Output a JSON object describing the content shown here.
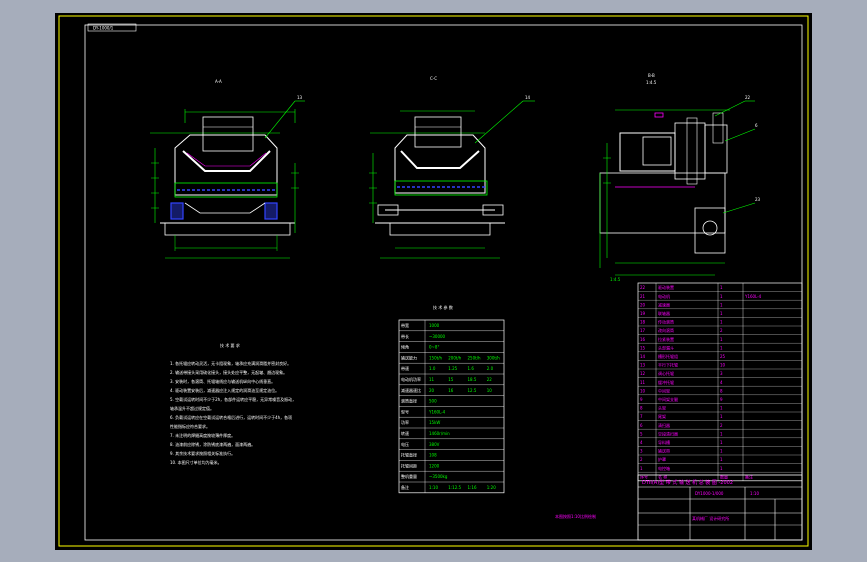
{
  "sheet": {
    "tag_label": "DY-1000/1",
    "section_labels": [
      "A-A",
      "C-C",
      "B-B\n1:4.5"
    ],
    "leaders": [
      "13",
      "14",
      "22",
      "6",
      "23"
    ]
  },
  "notes": {
    "title": "技 术 要 求",
    "lines": [
      "1. 各托辊应转动灵活，无卡阻现象，轴承应充满润滑脂并密封良好。",
      "2. 输送带接头采用硫化接头，接头处应平整，无起皱、翘边现象。",
      "3. 安装时，各滚筒、托辊轴线应与输送机纵向中心线垂直。",
      "4. 驱动装置安装后，减速器应注入规定的润滑油至规定油位。",
      "5. 空载试运转时间不少于2h，各部件运转应平稳，无异常噪音及振动，",
      "   轴承温升不超过规定值。",
      "6. 负载试运转应在空载试运转合格后进行，运转时间不少于4h，各项",
      "   性能指标应符合要求。",
      "7. 未注明的焊缝高度按较薄件厚度。",
      "8. 油漆前应除锈，涂防锈底漆两遍，面漆两遍。",
      "9. 其余技术要求按照相关标准执行。",
      "10. 本图尺寸单位均为毫米。"
    ]
  },
  "params_table": {
    "title": "技 术 参 数",
    "rows": [
      [
        "带宽",
        "1000"
      ],
      [
        "带长",
        "~30000"
      ],
      [
        "倾角",
        "0~8°"
      ],
      [
        "输送能力",
        "150t/h",
        "200t/h",
        "250t/h",
        "300t/h"
      ],
      [
        "带速",
        "1.0",
        "1.25",
        "1.6",
        "2.0"
      ],
      [
        "电动机功率",
        "11",
        "15",
        "18.5",
        "22"
      ],
      [
        "减速器速比",
        "20",
        "16",
        "12.5",
        "10"
      ],
      [
        "滚筒直径",
        "500"
      ],
      [
        "型号",
        "Y160L-4"
      ],
      [
        "功率",
        "15kW"
      ],
      [
        "转速",
        "1460r/min"
      ],
      [
        "电压",
        "380V"
      ],
      [
        "托辊直径",
        "108"
      ],
      [
        "托辊间距",
        "1200"
      ],
      [
        "整机重量",
        "~3500kg"
      ],
      [
        "备注",
        "1:10",
        "1:12.5",
        "1:16",
        "1:20"
      ]
    ]
  },
  "parts_list": {
    "rows": [
      [
        "22",
        "驱动装置",
        "1",
        ""
      ],
      [
        "21",
        "电动机",
        "1",
        "Y160L-4"
      ],
      [
        "20",
        "减速器",
        "1",
        ""
      ],
      [
        "19",
        "联轴器",
        "1",
        ""
      ],
      [
        "18",
        "传动滚筒",
        "1",
        ""
      ],
      [
        "17",
        "改向滚筒",
        "2",
        ""
      ],
      [
        "16",
        "拉紧装置",
        "1",
        ""
      ],
      [
        "15",
        "头部漏斗",
        "1",
        ""
      ],
      [
        "14",
        "槽形托辊组",
        "25",
        ""
      ],
      [
        "13",
        "平行下托辊",
        "10",
        ""
      ],
      [
        "12",
        "调心托辊",
        "3",
        ""
      ],
      [
        "11",
        "缓冲托辊",
        "4",
        ""
      ],
      [
        "10",
        "中间架",
        "8",
        ""
      ],
      [
        "9",
        "中间架支腿",
        "9",
        ""
      ],
      [
        "8",
        "头架",
        "1",
        ""
      ],
      [
        "7",
        "尾架",
        "1",
        ""
      ],
      [
        "6",
        "清扫器",
        "2",
        ""
      ],
      [
        "5",
        "空段清扫器",
        "1",
        ""
      ],
      [
        "4",
        "导料槽",
        "1",
        ""
      ],
      [
        "3",
        "输送带",
        "1",
        ""
      ],
      [
        "2",
        "护罩",
        "1",
        ""
      ],
      [
        "1",
        "电控箱",
        "1",
        ""
      ]
    ],
    "header": [
      "序号",
      "名 称",
      "数量",
      "备注"
    ]
  },
  "title_block": {
    "drawing_title": "DTII(A)型 带 式 输 送 机 总 装 图 -2002",
    "drawing_no": "DY1000-1/000",
    "scale": "1:10",
    "company": "某机械厂 设计研究所",
    "footer_note": "本图按照1:10比例绘制"
  },
  "colors": {
    "frame": "#ffff00",
    "outline": "#00ff00",
    "aux": "#ff00ff",
    "text_white": "#ffffff",
    "accent_blue": "#3344ff",
    "cyan": "#00ffff"
  }
}
